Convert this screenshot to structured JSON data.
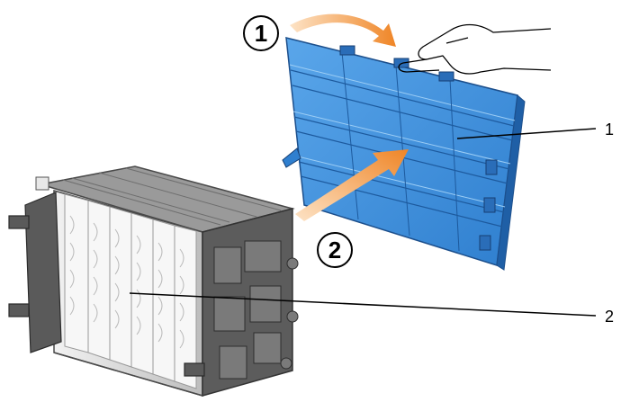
{
  "steps": {
    "step_1": "1",
    "step_2": "2"
  },
  "callouts": {
    "callout_1": "1",
    "callout_2": "2"
  },
  "colors": {
    "panel_blue": "#3f8fd8",
    "panel_blue_dark": "#1f5fa6",
    "panel_blue_light": "#8cc3f2",
    "arrow_orange": "#f08a24",
    "arrow_orange_light": "#fbd3a8",
    "unit_gray": "#d2d2d2",
    "unit_dark": "#4a4a4a",
    "line_black": "#000000"
  }
}
